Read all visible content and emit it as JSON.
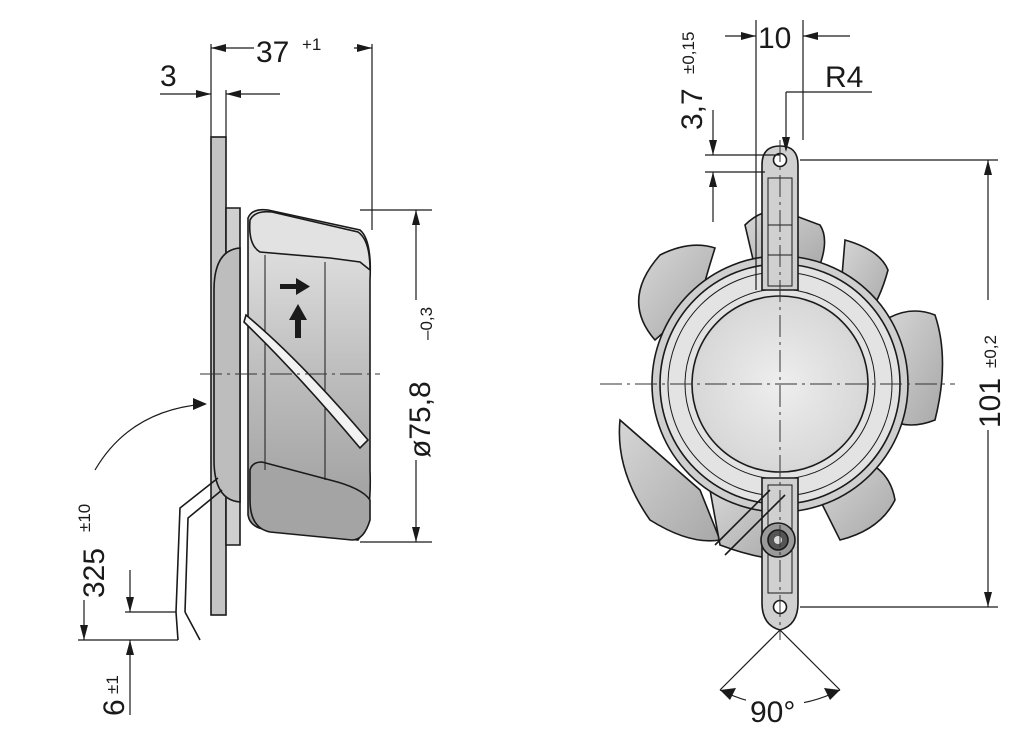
{
  "side_view": {
    "flange_thickness": {
      "value": "3"
    },
    "depth": {
      "value": "37",
      "tolerance": "+1"
    },
    "diameter": {
      "value": "ø75,8",
      "tolerance": "–0,3"
    },
    "cable_length": {
      "value": "325",
      "tolerance": "±10"
    },
    "cable_strip": {
      "value": "6",
      "tolerance": "±1"
    }
  },
  "front_view": {
    "slot_width": {
      "value": "10"
    },
    "hole_offset": {
      "value": "3,7",
      "tolerance": "±0,15"
    },
    "radius": {
      "value": "R4"
    },
    "hole_spacing": {
      "value": "101",
      "tolerance": "±0,2"
    },
    "angle": {
      "value": "90°"
    }
  },
  "colors": {
    "line": "#1a1a1a",
    "body_fill": "#d9d9d9",
    "body_shade": "#b8b8b8",
    "light_fill": "#ececec"
  }
}
